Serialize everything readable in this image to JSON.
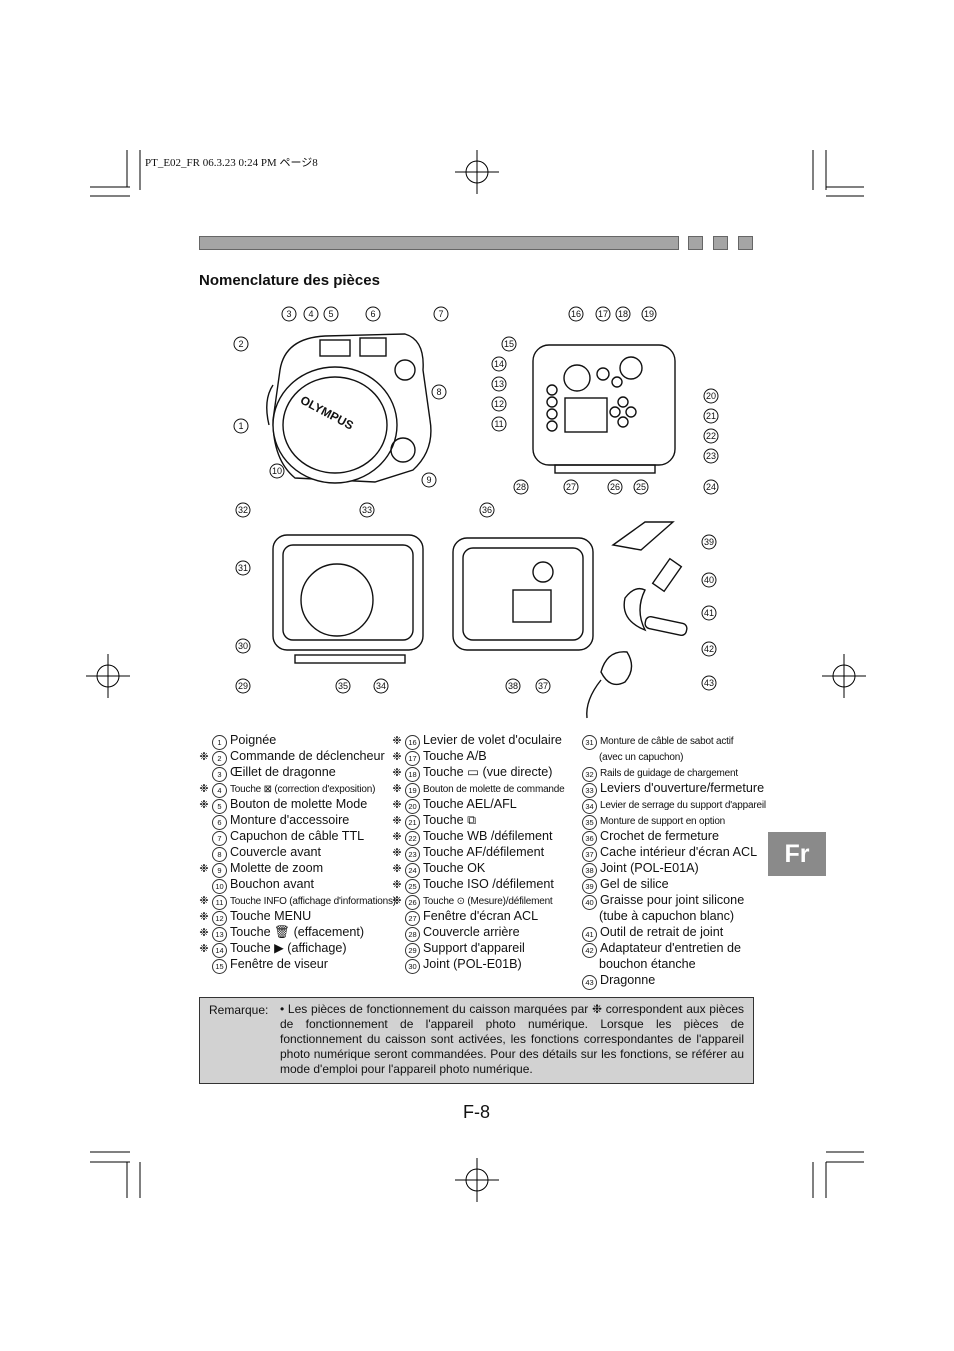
{
  "header": {
    "file_info": "PT_E02_FR  06.3.23  0:24 PM    ページ8"
  },
  "section_title": "Nomenclature des pièces",
  "language_tab": "Fr",
  "parts_col1": [
    {
      "num": "1",
      "label": "Poignée",
      "star": false,
      "small": false
    },
    {
      "num": "2",
      "label": "Commande de déclencheur",
      "star": true,
      "small": false
    },
    {
      "num": "3",
      "label": "Œillet de dragonne",
      "star": false,
      "small": false
    },
    {
      "num": "4",
      "label": "Touche ⊠ (correction d'exposition)",
      "star": true,
      "small": true
    },
    {
      "num": "5",
      "label": "Bouton de molette Mode",
      "star": true,
      "small": false
    },
    {
      "num": "6",
      "label": "Monture d'accessoire",
      "star": false,
      "small": false
    },
    {
      "num": "7",
      "label": "Capuchon de câble TTL",
      "star": false,
      "small": false
    },
    {
      "num": "8",
      "label": "Couvercle avant",
      "star": false,
      "small": false
    },
    {
      "num": "9",
      "label": "Molette de zoom",
      "star": true,
      "small": false
    },
    {
      "num": "10",
      "label": "Bouchon avant",
      "star": false,
      "small": false
    },
    {
      "num": "11",
      "label": "Touche INFO (affichage d'informations)",
      "star": true,
      "small": true
    },
    {
      "num": "12",
      "label": "Touche MENU",
      "star": true,
      "small": false
    },
    {
      "num": "13",
      "label": "Touche 🗑 (effacement)",
      "star": true,
      "small": false
    },
    {
      "num": "14",
      "label": "Touche ▶ (affichage)",
      "star": true,
      "small": false
    },
    {
      "num": "15",
      "label": "Fenêtre de viseur",
      "star": false,
      "small": false
    }
  ],
  "parts_col2": [
    {
      "num": "16",
      "label": "Levier de volet d'oculaire",
      "star": true,
      "small": false
    },
    {
      "num": "17",
      "label": "Touche A/B",
      "star": true,
      "small": false
    },
    {
      "num": "18",
      "label": "Touche ▭ (vue directe)",
      "star": true,
      "small": false
    },
    {
      "num": "19",
      "label": "Bouton de molette de commande",
      "star": true,
      "small": true
    },
    {
      "num": "20",
      "label": "Touche AEL/AFL",
      "star": true,
      "small": false
    },
    {
      "num": "21",
      "label": "Touche ⧉",
      "star": true,
      "small": false
    },
    {
      "num": "22",
      "label": "Touche WB /défilement",
      "star": true,
      "small": false
    },
    {
      "num": "23",
      "label": "Touche AF/défilement",
      "star": true,
      "small": false
    },
    {
      "num": "24",
      "label": "Touche OK",
      "star": true,
      "small": false
    },
    {
      "num": "25",
      "label": "Touche ISO /défilement",
      "star": true,
      "small": false
    },
    {
      "num": "26",
      "label": "Touche ⊙ (Mesure)/défilement",
      "star": true,
      "small": true
    },
    {
      "num": "27",
      "label": "Fenêtre d'écran ACL",
      "star": false,
      "small": false
    },
    {
      "num": "28",
      "label": "Couvercle arrière",
      "star": false,
      "small": false
    },
    {
      "num": "29",
      "label": "Support d'appareil",
      "star": false,
      "small": false
    },
    {
      "num": "30",
      "label": "Joint (POL-E01B)",
      "star": false,
      "small": false
    }
  ],
  "parts_col3": [
    {
      "num": "31",
      "label": "Monture de câble de sabot actif",
      "small": true
    },
    {
      "num": "",
      "label": "(avec un capuchon)",
      "small": true
    },
    {
      "num": "32",
      "label": "Rails de guidage de chargement",
      "small": true
    },
    {
      "num": "33",
      "label": "Leviers d'ouverture/fermeture",
      "small": false
    },
    {
      "num": "34",
      "label": "Levier de serrage du support d'appareil",
      "small": true
    },
    {
      "num": "35",
      "label": "Monture de support en option",
      "small": true
    },
    {
      "num": "36",
      "label": "Crochet de fermeture",
      "small": false
    },
    {
      "num": "37",
      "label": "Cache intérieur d'écran ACL",
      "small": false
    },
    {
      "num": "38",
      "label": "Joint (POL-E01A)",
      "small": false
    },
    {
      "num": "39",
      "label": "Gel de silice",
      "small": false
    },
    {
      "num": "40",
      "label": "Graisse pour joint silicone",
      "small": false
    },
    {
      "num": "",
      "label": "(tube à capuchon blanc)",
      "small": false
    },
    {
      "num": "41",
      "label": "Outil de retrait de joint",
      "small": false
    },
    {
      "num": "42",
      "label": "Adaptateur d'entretien de",
      "small": false
    },
    {
      "num": "",
      "label": "bouchon étanche",
      "small": false
    },
    {
      "num": "43",
      "label": "Dragonne",
      "small": false
    }
  ],
  "note": {
    "label": "Remarque:",
    "text": "• Les pièces de fonctionnement du caisson marquées par ❉ correspondent aux pièces de fonctionnement de l'appareil photo numérique. Lorsque les pièces de fonctionnement du caisson sont activées, les fonctions correspondantes de l'appareil photo numérique seront commandées. Pour des détails sur les fonctions, se référer au mode d'emploi pour l'appareil photo numérique."
  },
  "star_symbol": "❉",
  "page_number": "F-8",
  "diagram": {
    "lens_cap_text": "OLYMPUS",
    "callouts_front": [
      "3",
      "4",
      "5",
      "6",
      "7",
      "2",
      "8",
      "1",
      "10",
      "9"
    ],
    "callouts_back": [
      "16",
      "17",
      "18",
      "19",
      "15",
      "14",
      "13",
      "12",
      "11",
      "20",
      "21",
      "22",
      "23",
      "28",
      "27",
      "26",
      "25",
      "24"
    ],
    "callouts_inner": [
      "32",
      "33",
      "31",
      "30",
      "29",
      "35",
      "34"
    ],
    "callouts_rear_inner": [
      "36",
      "38",
      "37"
    ],
    "callouts_accessories": [
      "39",
      "40",
      "41",
      "42",
      "43"
    ]
  }
}
